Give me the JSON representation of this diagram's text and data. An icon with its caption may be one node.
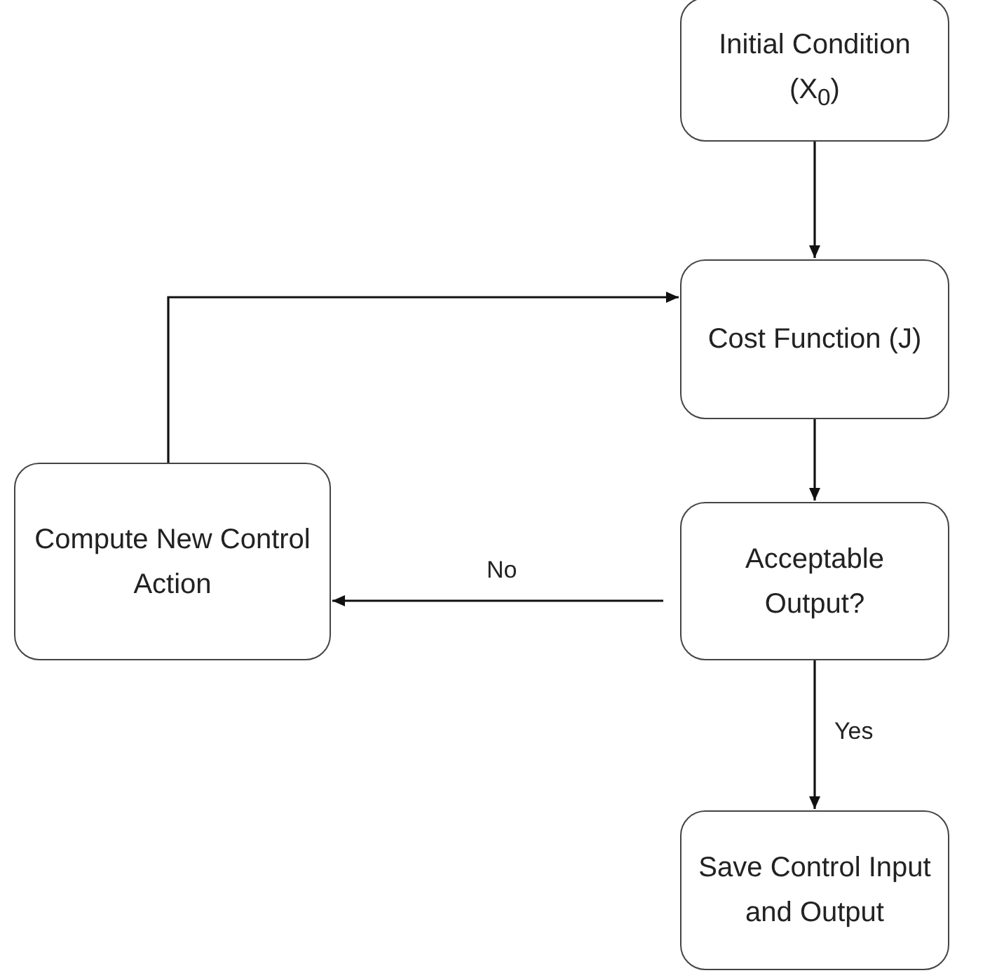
{
  "diagram": {
    "nodes": [
      {
        "text": [
          "Initial Condition (X$_{0}$)"
        ]
      },
      {
        "text": [
          "Cost Function (J)"
        ]
      },
      {
        "text": [
          "Acceptable Output?"
        ]
      },
      {
        "text": [
          "Compute New Control Action"
        ]
      },
      {
        "text": [
          "Save Control Input and Output"
        ]
      }
    ],
    "edges": [
      {
        "from": 0,
        "to": 1,
        "arrow": "to"
      },
      {
        "from": 1,
        "to": 2,
        "arrow": "to"
      },
      {
        "from": 2,
        "to": 3,
        "arrow": "to",
        "label": "No"
      },
      {
        "from": 3,
        "to": 1,
        "arrow": "to"
      },
      {
        "from": 2,
        "to": 4,
        "arrow": "to",
        "label": "Yes"
      }
    ]
  }
}
